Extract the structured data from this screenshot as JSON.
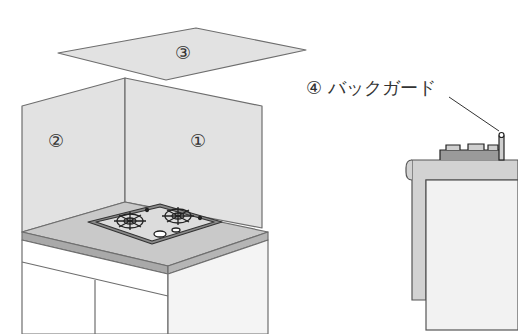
{
  "diagram": {
    "labels": [
      "③",
      "②",
      "①",
      "④ バックガード"
    ]
  }
}
